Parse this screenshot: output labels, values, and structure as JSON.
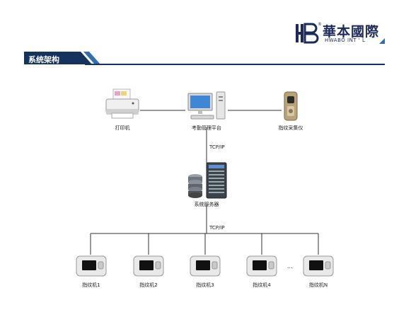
{
  "brand": {
    "name_cn": "華本國際",
    "name_en": "HWABO INT ' L",
    "colors": {
      "navy": "#1d2a5a",
      "accent_blue": "#2f6db5"
    }
  },
  "section": {
    "title": "系统架构"
  },
  "diagram": {
    "top_row": [
      {
        "label": "打印机",
        "icon": "printer-icon"
      },
      {
        "label": "考勤管理平台",
        "icon": "desktop-computer-icon"
      },
      {
        "label": "指纹采集仪",
        "icon": "fingerprint-scanner-icon"
      }
    ],
    "link_protocol_top": "TCP/IP",
    "server": {
      "label": "系统服务器",
      "icon": "server-icon"
    },
    "link_protocol_bottom": "TCP/IP",
    "terminals": [
      {
        "label": "指纹机1",
        "icon": "fingerprint-terminal-icon"
      },
      {
        "label": "指纹机2",
        "icon": "fingerprint-terminal-icon"
      },
      {
        "label": "指纹机3",
        "icon": "fingerprint-terminal-icon"
      },
      {
        "label": "指纹机4",
        "icon": "fingerprint-terminal-icon"
      },
      {
        "label": "指纹机N",
        "icon": "fingerprint-terminal-icon"
      }
    ],
    "ellipsis": "..."
  }
}
